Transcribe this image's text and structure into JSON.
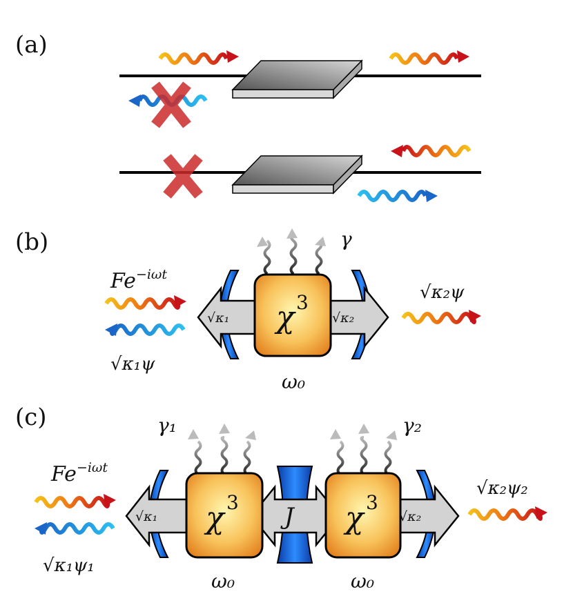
{
  "panels": {
    "a": {
      "label": "(a)"
    },
    "b": {
      "label": "(b)",
      "drive": "Fe",
      "drive_exp": "−iωt",
      "reflected": "√κ₁ψ",
      "transmitted": "√κ₂ψ",
      "loss": "γ",
      "box": "χ",
      "box_exp": "3",
      "port_left": "√κ₁",
      "port_right": "√κ₂",
      "freq": "ω₀"
    },
    "c": {
      "label": "(c)",
      "drive": "Fe",
      "drive_exp": "−iωt",
      "reflected": "√κ₁ψ₁",
      "transmitted": "√κ₂ψ₂",
      "loss_left": "γ₁",
      "loss_right": "γ₂",
      "box_left": "χ",
      "box_left_exp": "3",
      "box_right": "χ",
      "box_right_exp": "3",
      "port_left": "√κ₁",
      "port_right": "√κ₂",
      "coupling": "J",
      "freq_left": "ω₀",
      "freq_right": "ω₀"
    }
  },
  "colors": {
    "wave_warm_start": "#f2b01e",
    "wave_warm_end": "#cc1111",
    "wave_cool": "#1a8fe0",
    "cross": "#cc2b2b",
    "box_center": "#fff3a8",
    "box_edge": "#e8841f",
    "port_fill": "#d2d2d2",
    "mirror": "#1f6fe6"
  }
}
